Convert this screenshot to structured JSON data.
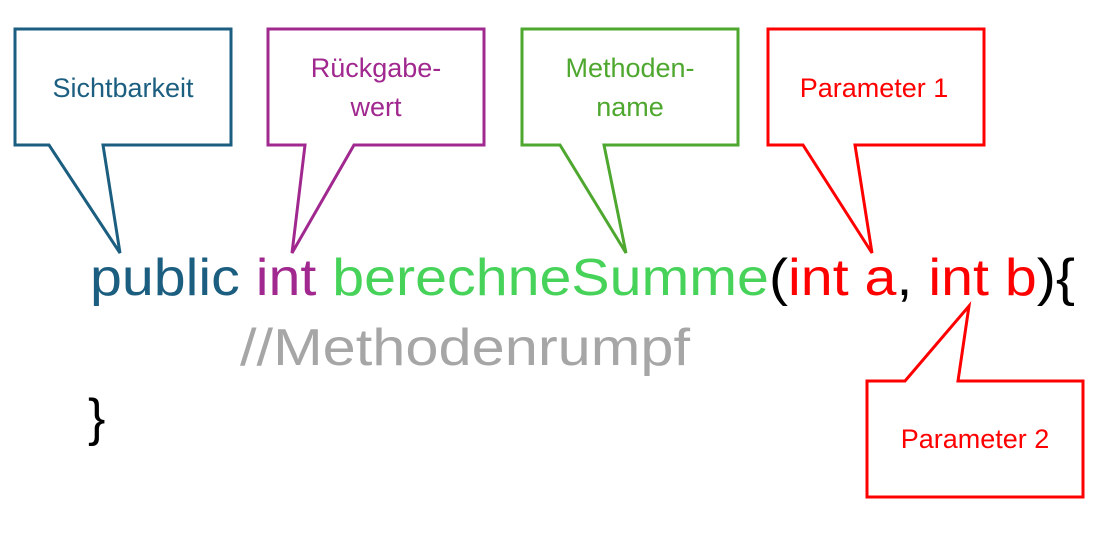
{
  "colors": {
    "visibility": "#1b5e80",
    "return_type": "#a0288f",
    "method_box": "#4ea72e",
    "method_name": "#47d35a",
    "parameter": "#ff0000",
    "comment": "#a6a6a6",
    "punctuation": "#000000"
  },
  "callouts": {
    "visibility": {
      "label": "Sichtbarkeit"
    },
    "return_type": {
      "line1": "Rückgabe-",
      "line2": "wert"
    },
    "method_name": {
      "line1": "Methoden-",
      "line2": "name"
    },
    "parameter1": {
      "label": "Parameter 1"
    },
    "parameter2": {
      "label": "Parameter 2"
    }
  },
  "code": {
    "visibility": "public",
    "return_type": "int",
    "method_name": "berechneSumme",
    "open_paren": "(",
    "param1": "int a",
    "comma": ", ",
    "param2": "int b",
    "close_brace_open": "){",
    "comment": "//Methodenrumpf",
    "closing_brace": "}"
  }
}
